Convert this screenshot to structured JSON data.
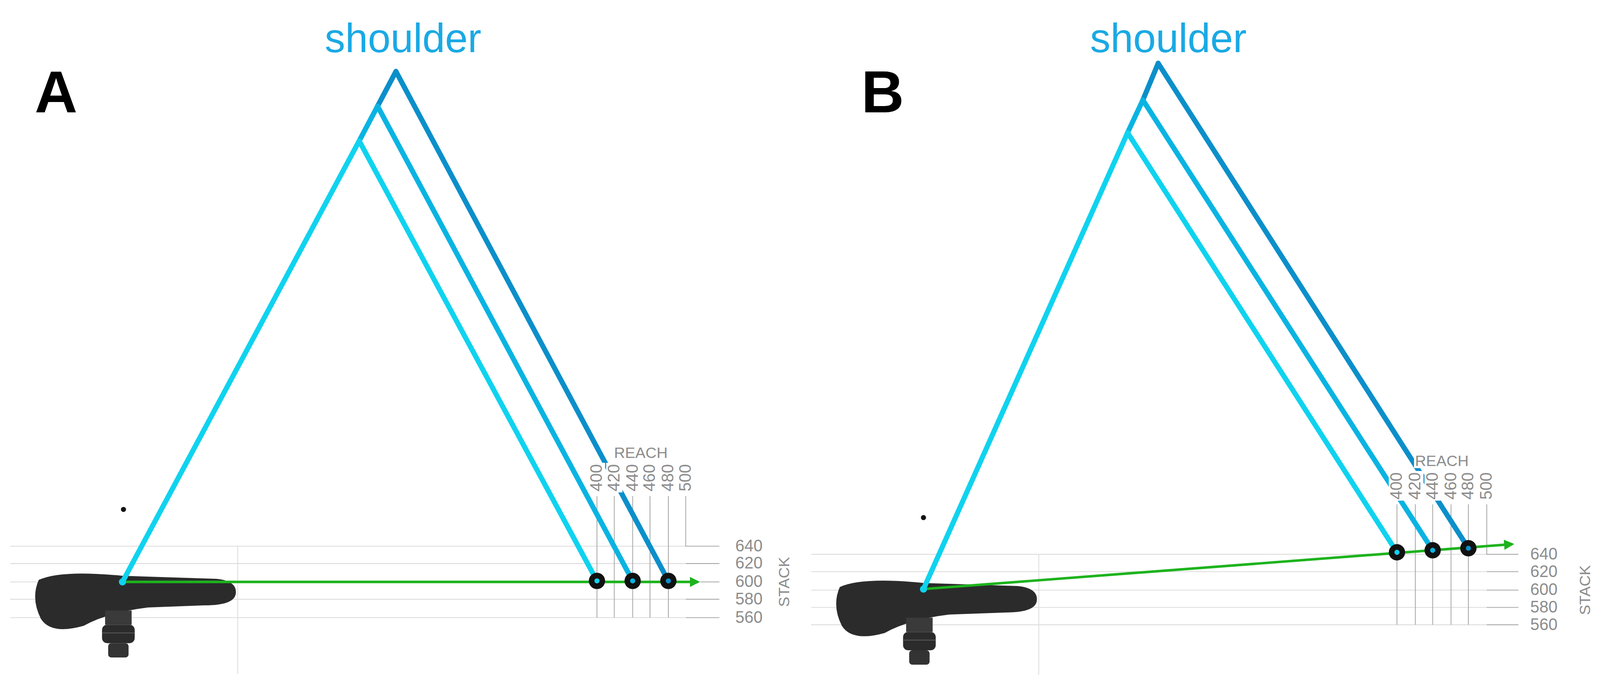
{
  "diagram": {
    "labels": [
      "A",
      "shoulder",
      "REACH",
      "400",
      "420",
      "440",
      "460",
      "480",
      "500",
      "640",
      "620",
      "600",
      "580",
      "560",
      "STACK",
      "B",
      "shoulder",
      "REACH",
      "400",
      "420",
      "440",
      "460",
      "480",
      "500",
      "640",
      "620",
      "600",
      "580",
      "560",
      "STACK"
    ]
  }
}
